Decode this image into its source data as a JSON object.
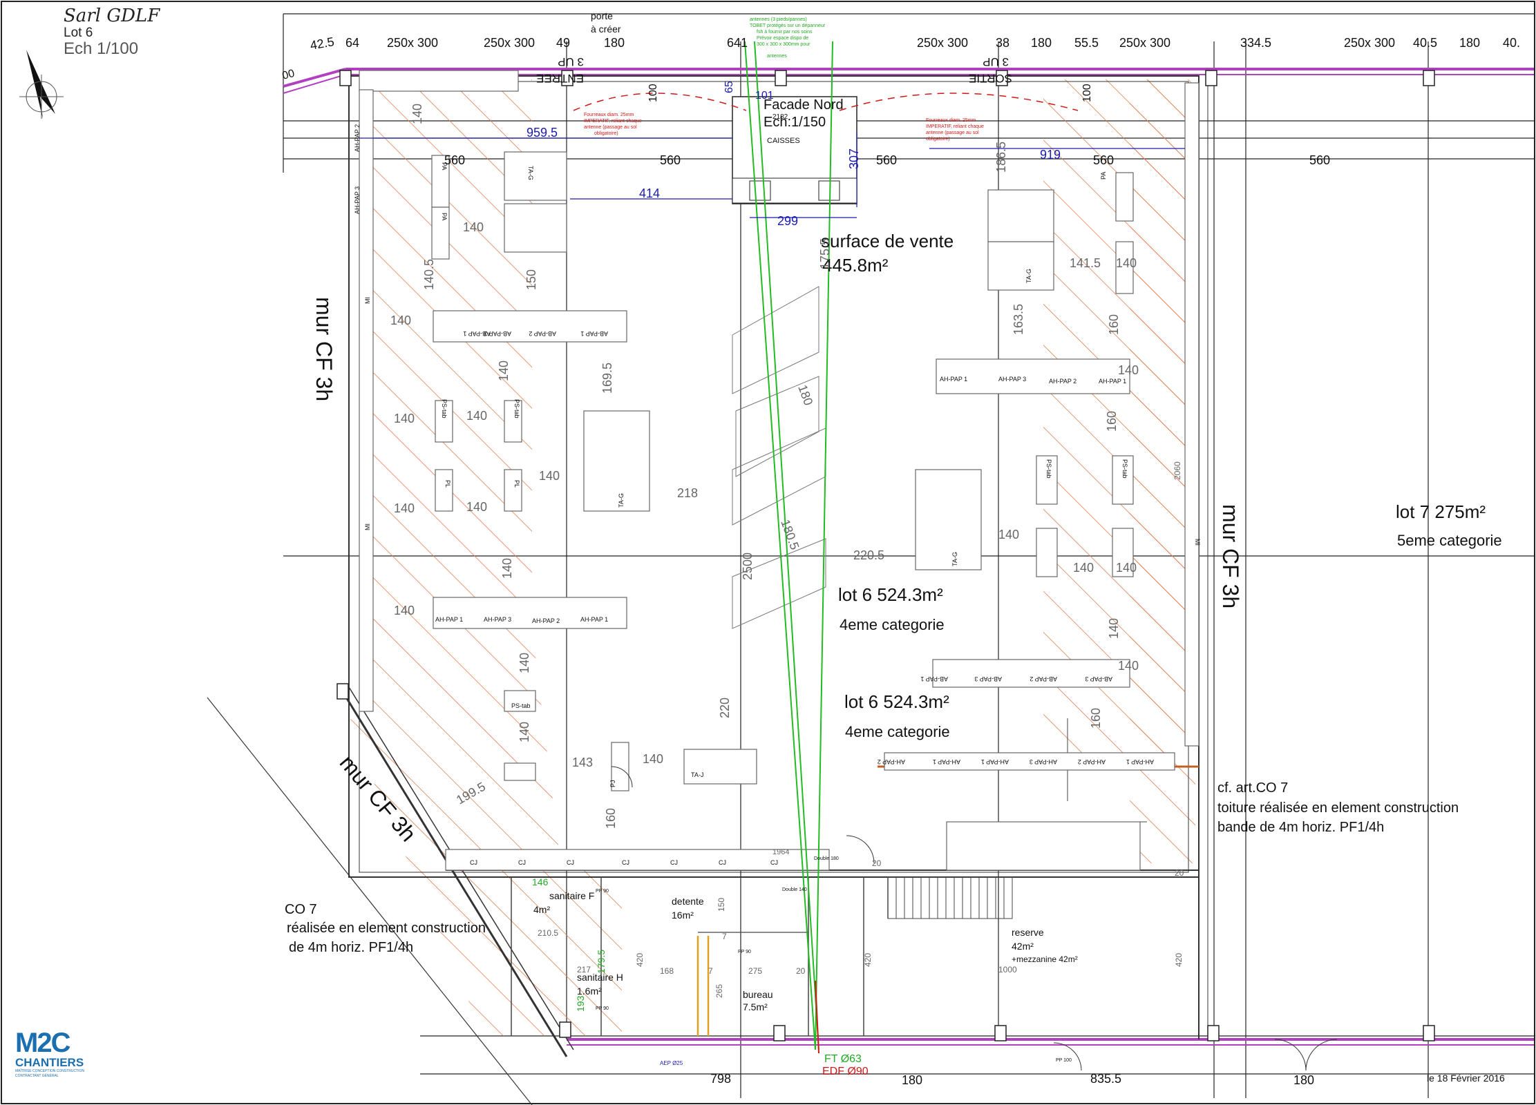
{
  "header": {
    "company": "Sarl GDLF",
    "lot": "Lot 6",
    "scale": "Ech 1/100",
    "date": "le 18 Février 2016"
  },
  "logo": {
    "mark": "M2C",
    "name": "CHANTIERS",
    "tagline1": "MAÎTRISE CONCEPTION CONSTRUCTION",
    "tagline2": "CONTRACTANT GÉNÉRAL"
  },
  "colors": {
    "wall_purple": "#b040c0",
    "hatch_orange": "#e08050",
    "dim_blue": "#1a1ab0",
    "cable_green": "#22bb22",
    "note_red": "#d01818"
  },
  "top_dims": [
    "64",
    "42.5",
    "250x 300",
    "250x 300",
    "49",
    "180",
    "641",
    "250x 300",
    "38",
    "180",
    "55.5",
    "250x 300",
    "334.5",
    "250x 300",
    "40.5",
    "180",
    "40."
  ],
  "top_labels": {
    "porte": "porte",
    "a_creer": "à créer",
    "up_left": "3 UP",
    "entree": "ENTREE",
    "up_right": "3 UP",
    "sortie": "SORTIE",
    "dim_100a": "100",
    "dim_100b": "100",
    "dim_65": "65",
    "dim_101": "101",
    "dim_2182": "2182",
    "dim_00": "00"
  },
  "notes_red": {
    "left_1": "Fourreaux diam. 25mm",
    "left_2": "IMPERATIF, reliant chaque",
    "left_3": "antenne (passage au sol",
    "left_4": "obligatoire)",
    "right_1": "Fourreaux diam. 25mm",
    "right_2": "IMPERATIF, reliant chaque",
    "right_3": "antenne (passage au sol",
    "right_4": "obligatoire)"
  },
  "notes_green": [
    "antennes (3 pieds/pannes)",
    "TOBET protégés sur un dépanneur",
    "fsh à fournir par nos soins",
    "Prévoir espace dispo de",
    "300 x 300 x 300mm pour",
    "antennes"
  ],
  "facade": {
    "title": "Facade Nord",
    "scale": "Ech:1/150",
    "caisses": "CAISSES"
  },
  "blue_dims": {
    "d959": "959.5",
    "d414": "414",
    "d299": "299",
    "d307": "307",
    "d919": "919"
  },
  "row_560": [
    "560",
    "560",
    "560",
    "560",
    "560"
  ],
  "areas": {
    "surface_label": "surface de vente",
    "surface_value": "445.8m²",
    "lot6a_title": "lot 6 524.3m²",
    "lot6a_cat": "4eme categorie",
    "lot6b_title": "lot 6 524.3m²",
    "lot6b_cat": "4eme categorie",
    "lot7_title": "lot 7 275m²",
    "lot7_cat": "5eme categorie"
  },
  "walls": {
    "left": "mur CF 3h",
    "right": "mur CF 3h",
    "diag": "mur CF 3h"
  },
  "plan_dims": {
    "d140": "140",
    "d140_5": "140.5",
    "d150": "150",
    "d169_5": "169.5",
    "d218": "218",
    "d180": "180",
    "d175_5": "175.5",
    "d180_5": "180.5",
    "d220_5": "220.5",
    "d2500": "2500",
    "d220": "220",
    "d143": "143",
    "d199_5": "199.5",
    "d160": "160",
    "d186_5": "186.5",
    "d141_5": "141.5",
    "d163_5": "163.5",
    "d2060": "2060",
    "d1964": "1964",
    "d20": "20",
    "d420": "420",
    "d1000": "1000",
    "d168": "168",
    "d7": "7",
    "d275": "275",
    "d265": "265",
    "d146": "146",
    "d210_5": "210.5",
    "d217": "217",
    "d179_5": "179.5",
    "d193": "193"
  },
  "shelf_labels": {
    "ahpap1": "AH-PAP 1",
    "ahpap2": "AH-PAP 2",
    "ahpap3": "AH-PAP 3",
    "abpap1": "AB-PAP 1",
    "abpap2": "AB-PAP 2",
    "abpap3": "AB-PAP 3",
    "pa": "PA",
    "pl": "PL",
    "pstab": "PS-tab",
    "tag": "TA-G",
    "taj": "TA-J",
    "tag2": "TA-G",
    "cj": "CJ",
    "mi": "MI",
    "pj": "PJ"
  },
  "rooms": {
    "sanitaire_f": "sanitaire F",
    "sanitaire_f_area": "4m²",
    "sanitaire_h": "sanitaire H",
    "sanitaire_h_area": "1.6m²",
    "detente": "detente",
    "detente_area": "16m²",
    "bureau": "bureau",
    "bureau_area": "7.5m²",
    "reserve": "reserve",
    "reserve_area": "42m²",
    "reserve_mezz": "+mezzanine 42m²",
    "pp90": "PP 90",
    "pp100": "PP 100",
    "double140": "Double 140",
    "double180": "Double 180"
  },
  "co7_left": {
    "l1": "CO 7",
    "l2": "réalisée en element construction",
    "l3": "de 4m horiz.  PF1/4h"
  },
  "co7_right": {
    "l1": "cf. art.CO 7",
    "l2": "toiture réalisée en element construction",
    "l3": "bande de 4m horiz.  PF1/4h"
  },
  "network": {
    "ft": "FT Ø63",
    "edf": "EDF Ø90",
    "aep": "AEP Ø25"
  },
  "bottom_dims": [
    "798",
    "180",
    "835.5",
    "180"
  ]
}
